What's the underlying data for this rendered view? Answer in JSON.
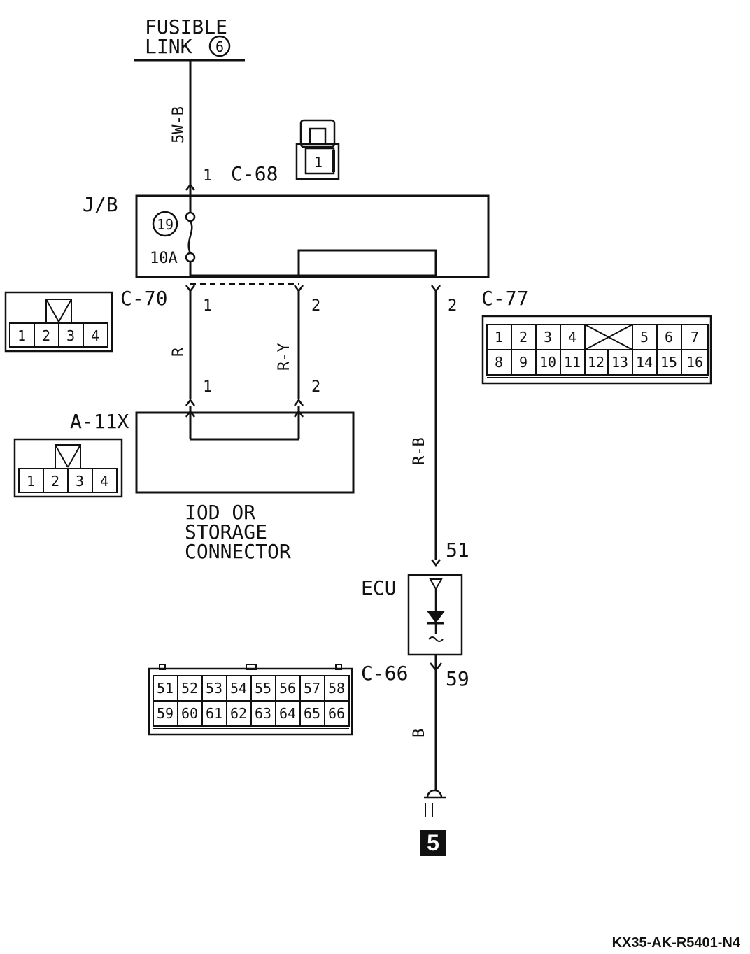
{
  "fusible_link": {
    "line1": "FUSIBLE",
    "line2": "LINK",
    "number": "6"
  },
  "wires": {
    "w1": "5W-B",
    "w2": "R",
    "w3": "R-Y",
    "w4": "R-B",
    "w5": "B"
  },
  "connectors": {
    "c68": {
      "name": "C-68",
      "pin_top": "1",
      "icon_pin": "1"
    },
    "c70": {
      "name": "C-70",
      "pin_left": "1",
      "pin_right": "2",
      "pins": [
        "1",
        "2",
        "3",
        "4"
      ]
    },
    "c77": {
      "name": "C-77",
      "pin": "2",
      "row1_left": [
        "1",
        "2",
        "3",
        "4"
      ],
      "row1_right": [
        "5",
        "6",
        "7"
      ],
      "row2": [
        "8",
        "9",
        "10",
        "11",
        "12",
        "13",
        "14",
        "15",
        "16"
      ]
    },
    "a11x": {
      "name": "A-11X",
      "pin_left": "1",
      "pin_right": "2",
      "pins": [
        "1",
        "2",
        "3",
        "4"
      ]
    },
    "c66": {
      "name": "C-66",
      "pin": "59",
      "row1": [
        "51",
        "52",
        "53",
        "54",
        "55",
        "56",
        "57",
        "58"
      ],
      "row2": [
        "59",
        "60",
        "61",
        "62",
        "63",
        "64",
        "65",
        "66"
      ]
    }
  },
  "jb": {
    "label": "J/B",
    "fuse_number": "19",
    "fuse_rating": "10A"
  },
  "iod": {
    "line1": "IOD OR",
    "line2": "STORAGE",
    "line3": "CONNECTOR"
  },
  "ecu": {
    "label": "ECU",
    "pin_in": "51"
  },
  "ground": {
    "number": "5"
  },
  "footer": {
    "code": "KX35-AK-R5401-N4"
  }
}
